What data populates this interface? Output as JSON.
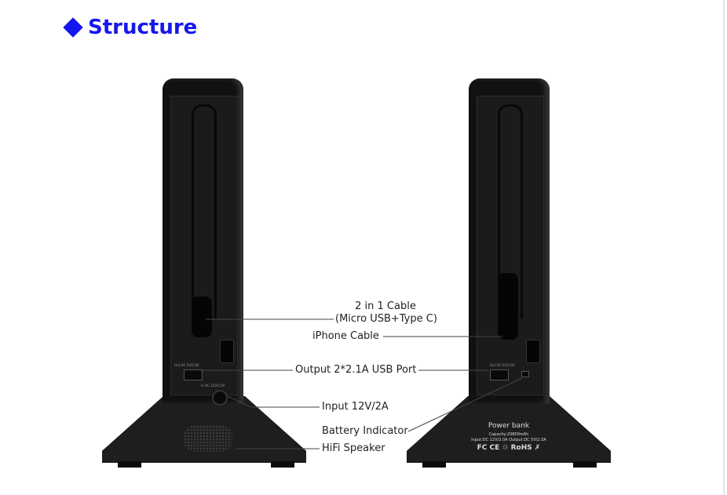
{
  "title": "Structure",
  "labels": {
    "cable_2in1_line1": "2 in 1 Cable",
    "cable_2in1_line2": "(Micro USB+Type C)",
    "iphone_cable": "iPhone Cable",
    "output_port": "Output 2*2.1A USB Port",
    "input": "Input 12V/2A",
    "battery_indicator": "Battery Indicator",
    "hifi_speaker": "HiFi Speaker"
  },
  "device_print": {
    "out_label": "Out DC 5V/2.0A",
    "in_label": "In DC 12V/2.0A",
    "brand": "Power bank",
    "capacity": "Capacity:20800mAh",
    "spec": "Input:DC 12V/2.0A  Output:DC 5V/2.0A",
    "certs": "FC CE ♲ RoHS ✗"
  },
  "colors": {
    "accent": "#1616f0"
  }
}
